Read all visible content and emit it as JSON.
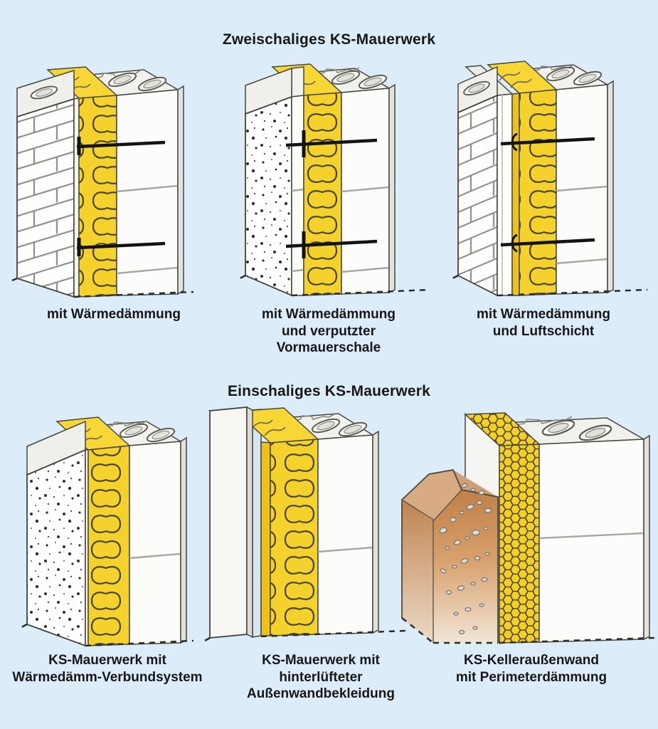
{
  "page": {
    "background_color": "#dcedf9",
    "text_color": "#171717",
    "insulation_color": "#f6d42e",
    "masonry_color": "#fcfcfa",
    "earth_color": "#d7a06b"
  },
  "sections": [
    {
      "title": "Zweischaliges KS-Mauerwerk",
      "diagrams": [
        {
          "caption": "mit Wärmedämmung"
        },
        {
          "caption": "mit Wärmedämmung\nund verputzter\nVormauerschale"
        },
        {
          "caption": "mit Wärmedämmung\nund Luftschicht"
        }
      ]
    },
    {
      "title": "Einschaliges KS-Mauerwerk",
      "diagrams": [
        {
          "caption": "KS-Mauerwerk mit\nWärmedämm-Verbundsystem"
        },
        {
          "caption": "KS-Mauerwerk mit\nhinterlüfteter\nAußenwandbekleidung"
        },
        {
          "caption": "KS-Kelleraußenwand\nmit Perimeterdämmung"
        }
      ]
    }
  ]
}
